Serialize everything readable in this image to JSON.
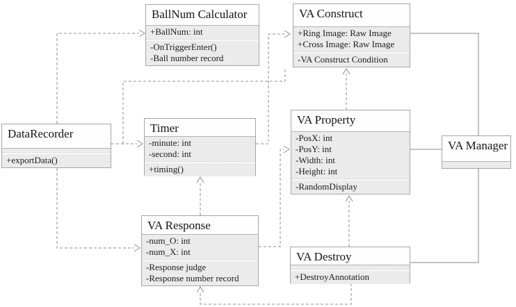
{
  "classes": {
    "ballnum_calculator": {
      "name": "BallNum Calculator",
      "attributes": [
        "+BallNum: int"
      ],
      "methods": [
        "-OnTriggerEnter()",
        "-Ball number record"
      ]
    },
    "va_construct": {
      "name": "VA Construct",
      "attributes": [
        "+Ring Image: Raw Image",
        "+Cross Image: Raw Image"
      ],
      "methods": [
        "-VA Construct Condition"
      ]
    },
    "datarecorder": {
      "name": "DataRecorder",
      "attributes": [],
      "methods": [
        "+exportData()"
      ]
    },
    "timer": {
      "name": "Timer",
      "attributes": [
        "-minute: int",
        "-second: int"
      ],
      "methods": [
        "+timing()"
      ]
    },
    "va_property": {
      "name": "VA Property",
      "attributes": [
        "-PosX: int",
        "-PosY: int",
        "-Width: int",
        "-Height: int"
      ],
      "methods": [
        "-RandomDisplay"
      ]
    },
    "va_manager": {
      "name": "VA Manager",
      "attributes": [],
      "methods": []
    },
    "va_response": {
      "name": "VA Response",
      "attributes": [
        "-num_O: int",
        "-num_X: int"
      ],
      "methods": [
        "-Response judge",
        "-Response number record"
      ]
    },
    "va_destroy": {
      "name": "VA Destroy",
      "attributes": [],
      "methods": [
        "+DestroyAnnotation"
      ]
    }
  },
  "relationships": [
    {
      "from": "DataRecorder",
      "to": "BallNum Calculator",
      "style": "dashed-arrow"
    },
    {
      "from": "DataRecorder",
      "to": "Timer",
      "style": "dashed-arrow"
    },
    {
      "from": "DataRecorder",
      "to": "VA Response",
      "style": "dashed-arrow"
    },
    {
      "from": "DataRecorder",
      "to": "VA Construct",
      "style": "dashed"
    },
    {
      "from": "Timer",
      "to": "VA Construct",
      "style": "dashed-arrow"
    },
    {
      "from": "VA Response",
      "to": "Timer",
      "style": "dashed-arrow"
    },
    {
      "from": "VA Response",
      "to": "VA Property",
      "style": "dashed-arrow"
    },
    {
      "from": "VA Property",
      "to": "VA Construct",
      "style": "dashed-arrow"
    },
    {
      "from": "VA Destroy",
      "to": "VA Property",
      "style": "dashed-arrow"
    },
    {
      "from": "VA Destroy",
      "to": "VA Response",
      "style": "dashed-arrow"
    },
    {
      "from": "VA Construct",
      "to": "VA Manager",
      "style": "solid"
    },
    {
      "from": "VA Property",
      "to": "VA Manager",
      "style": "solid"
    },
    {
      "from": "VA Destroy",
      "to": "VA Manager",
      "style": "solid"
    }
  ],
  "colors": {
    "box_fill": "#fefefe",
    "section_fill": "#ebebeb",
    "box_border": "#a5a5a5",
    "dashed_connector": "#8e8e8e",
    "solid_connector": "#8a8a8a",
    "text": "#1c1c1c"
  }
}
